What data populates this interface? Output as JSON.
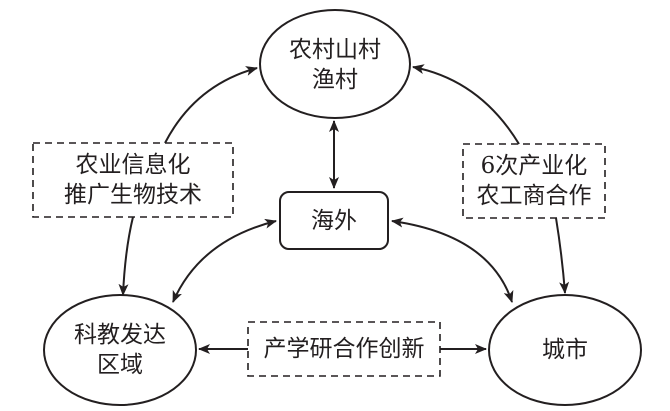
{
  "diagram": {
    "nodes": {
      "rural": {
        "lines": [
          "农村山村",
          "渔村"
        ]
      },
      "science": {
        "lines": [
          "科教发达",
          "区域"
        ]
      },
      "city": {
        "lines": [
          "城市"
        ]
      },
      "overseas": {
        "lines": [
          "海外"
        ]
      }
    },
    "annotations": {
      "agri_info": {
        "lines": [
          "农业信息化",
          "推广生物技术"
        ]
      },
      "sixth_industry": {
        "lines": [
          "6次产业化",
          "农工商合作"
        ]
      },
      "industry_academia": {
        "lines": [
          "产学研合作创新"
        ]
      }
    },
    "edges": [
      {
        "from": "agri_info",
        "to": "rural",
        "direction": "forward"
      },
      {
        "from": "agri_info",
        "to": "science",
        "direction": "forward"
      },
      {
        "from": "sixth_industry",
        "to": "rural",
        "direction": "forward"
      },
      {
        "from": "sixth_industry",
        "to": "city",
        "direction": "forward"
      },
      {
        "from": "rural",
        "to": "overseas",
        "direction": "both"
      },
      {
        "from": "overseas",
        "to": "science",
        "direction": "both"
      },
      {
        "from": "overseas",
        "to": "city",
        "direction": "both"
      },
      {
        "from": "industry_academia",
        "to": "science",
        "direction": "forward"
      },
      {
        "from": "industry_academia",
        "to": "city",
        "direction": "forward"
      }
    ],
    "colors": {
      "stroke": "#231f20",
      "background": "#ffffff"
    }
  }
}
